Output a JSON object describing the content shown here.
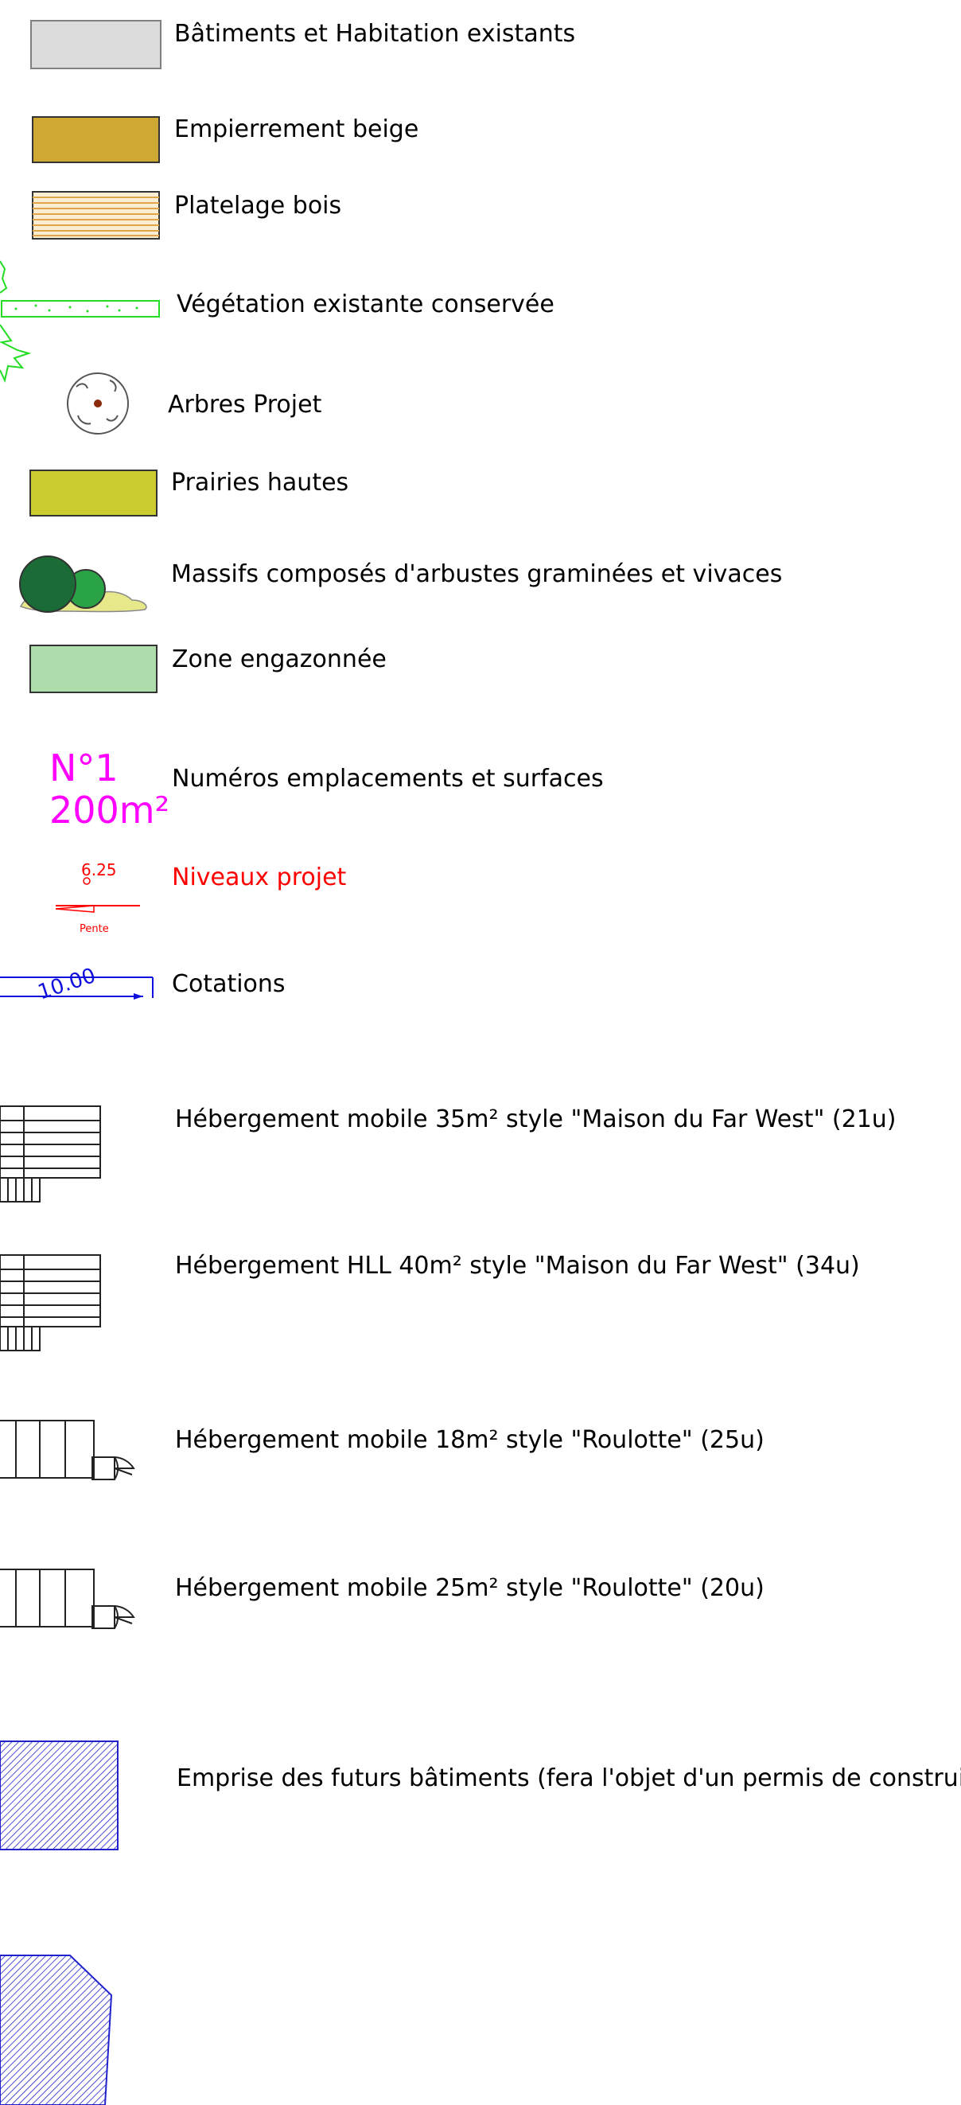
{
  "legend": {
    "items": [
      {
        "label": "Bâtiments et Habitation existants",
        "fill": "#dcdcdc"
      },
      {
        "label": "Empierrement beige",
        "fill": "#cfa834"
      },
      {
        "label": "Platelage bois",
        "stripe": "#e0a54a"
      },
      {
        "label": "Végétation existante conservée",
        "stroke": "#22dd22"
      },
      {
        "label": "Arbres Projet",
        "dot": "#8b2b0b"
      },
      {
        "label": "Prairies hautes",
        "fill": "#cccc30"
      },
      {
        "label": "Massifs composés d'arbustes graminées et vivaces",
        "dark": "#1a6b35",
        "light": "#2aa346",
        "ground": "#e6e88a"
      },
      {
        "label": "Zone engazonnée",
        "fill": "#aedcaa"
      },
      {
        "label": "Numéros emplacements et surfaces",
        "number": "N°1",
        "surface": "200m²",
        "color": "#ff00ff"
      },
      {
        "label": "Niveaux projet",
        "value": "6.25",
        "slope": "Pente",
        "color": "#ff0000"
      },
      {
        "label": "Cotations",
        "dimension": "10.00",
        "color": "#1010dd"
      },
      {
        "label": "Hébergement mobile 35m² style \"Maison du Far West\" (21u)"
      },
      {
        "label": "Hébergement HLL 40m² style \"Maison du Far West\" (34u)"
      },
      {
        "label": "Hébergement mobile 18m² style \"Roulotte\" (25u)"
      },
      {
        "label": "Hébergement mobile 25m² style \"Roulotte\" (20u)"
      },
      {
        "label": "Emprise des futurs bâtiments (fera l'objet d'un permis de construire)",
        "hatch": "#2222cc"
      }
    ]
  }
}
